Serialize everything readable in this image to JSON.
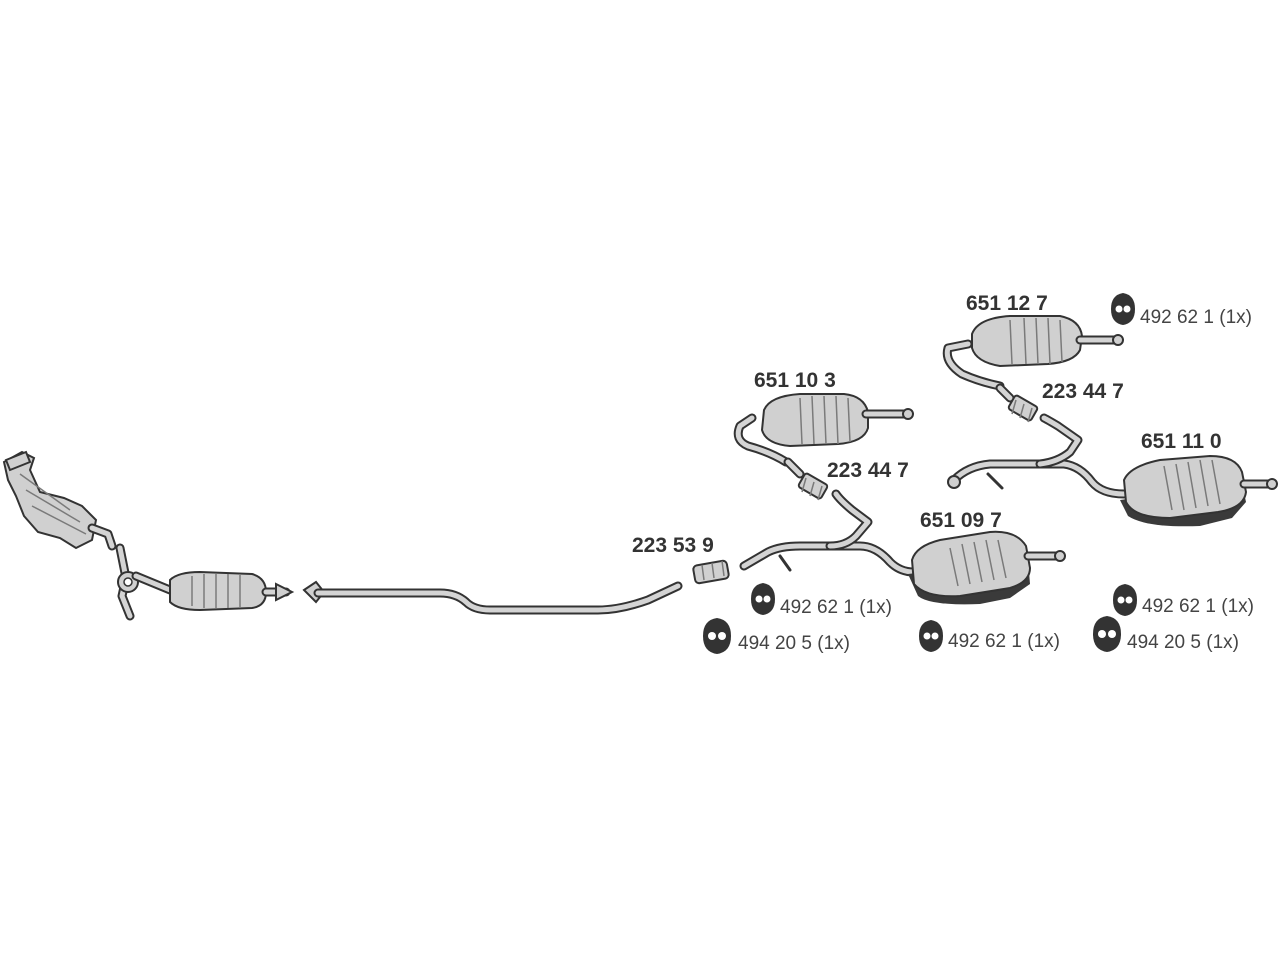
{
  "parts": {
    "p651127": "651 12 7",
    "p651103": "651 10 3",
    "p223447a": "223 44 7",
    "p223447b": "223 44 7",
    "p651110": "651 11 0",
    "p223539": "223 53 9",
    "p651097": "651 09 7"
  },
  "hangers": {
    "h1": "492 62 1 (1x)",
    "h2": "492 62 1 (1x)",
    "h3": "494 20 5 (1x)",
    "h4": "492 62 1 (1x)",
    "h5": "492 62 1 (1x)",
    "h6": "494 20 5 (1x)"
  },
  "icons": {
    "hanger": "rubber-hanger-icon",
    "hanger_large": "rubber-hanger-large-icon"
  },
  "colors": {
    "line": "#333333",
    "fill": "#d0d0d0",
    "background": "#ffffff"
  }
}
